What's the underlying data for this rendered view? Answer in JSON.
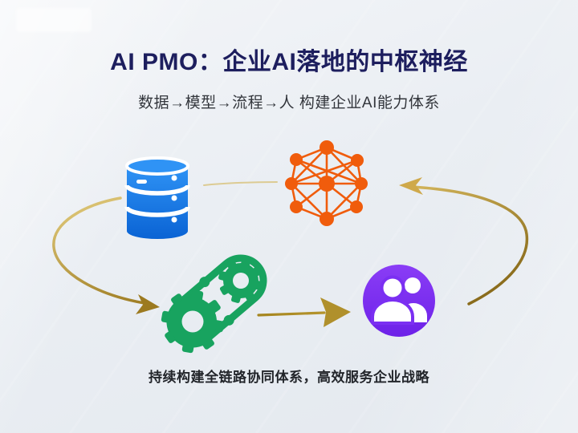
{
  "header": {
    "title": "AI PMO：企业AI落地的中枢神经",
    "subtitle": "数据→模型→流程→人 构建企业AI能力体系"
  },
  "footer": {
    "text": "持续构建全链路协同体系，高效服务企业战略"
  },
  "diagram": {
    "stages": [
      {
        "id": "data",
        "icon": "database-icon",
        "color": "#0f6fe0"
      },
      {
        "id": "model",
        "icon": "neural-network-icon",
        "color": "#f05c0c"
      },
      {
        "id": "process",
        "icon": "gears-icon",
        "color": "#18a35f"
      },
      {
        "id": "people",
        "icon": "people-icon",
        "color": "#7b2ff2"
      }
    ],
    "arrows": [
      {
        "from": "data",
        "to": "process",
        "style": "curved-left",
        "color": "#9c7a20"
      },
      {
        "from": "process",
        "to": "people",
        "style": "straight",
        "color": "#b0902c"
      },
      {
        "from": "people",
        "to": "model",
        "style": "curved-right",
        "color": "#c2a040"
      },
      {
        "from": "data",
        "to": "model",
        "style": "thin-faded",
        "color": "#d9c481"
      }
    ]
  },
  "colors": {
    "title": "#1d1e5e",
    "subtitle": "#33363c",
    "footer_text": "#22252a",
    "background": "#e9edf3",
    "arrow_gold_dark": "#8a6c1c",
    "arrow_gold_light": "#d6b85e"
  },
  "watermark": {
    "visible": true
  }
}
